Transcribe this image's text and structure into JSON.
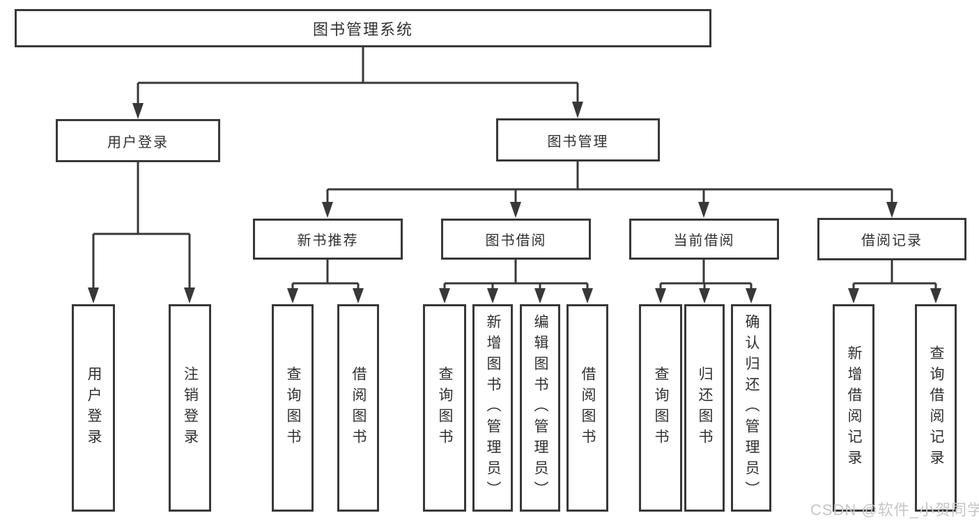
{
  "diagram": {
    "title": "图书管理系统",
    "tree": {
      "root": {
        "label": "图书管理系统",
        "children": [
          {
            "label": "用户登录",
            "children": [
              {
                "label": "用户登录"
              },
              {
                "label": "注销登录"
              }
            ]
          },
          {
            "label": "图书管理",
            "children": [
              {
                "label": "新书推荐",
                "children": [
                  {
                    "label": "查询图书"
                  },
                  {
                    "label": "借阅图书"
                  }
                ]
              },
              {
                "label": "图书借阅",
                "children": [
                  {
                    "label": "查询图书"
                  },
                  {
                    "label": "新增图书（管理员）"
                  },
                  {
                    "label": "编辑图书（管理员）"
                  },
                  {
                    "label": "借阅图书"
                  }
                ]
              },
              {
                "label": "当前借阅",
                "children": [
                  {
                    "label": "查询图书"
                  },
                  {
                    "label": "归还图书"
                  },
                  {
                    "label": "确认归还（管理员）"
                  }
                ]
              },
              {
                "label": "借阅记录",
                "children": [
                  {
                    "label": "新增借阅记录"
                  },
                  {
                    "label": "查询借阅记录"
                  }
                ]
              }
            ]
          }
        ]
      }
    },
    "colors": {
      "line": "#383838",
      "text": "#303030",
      "box_background": "#ffffff",
      "watermark": "#c6c6c6"
    }
  },
  "watermark": {
    "text": "CSDN @软件_小贺同学"
  }
}
